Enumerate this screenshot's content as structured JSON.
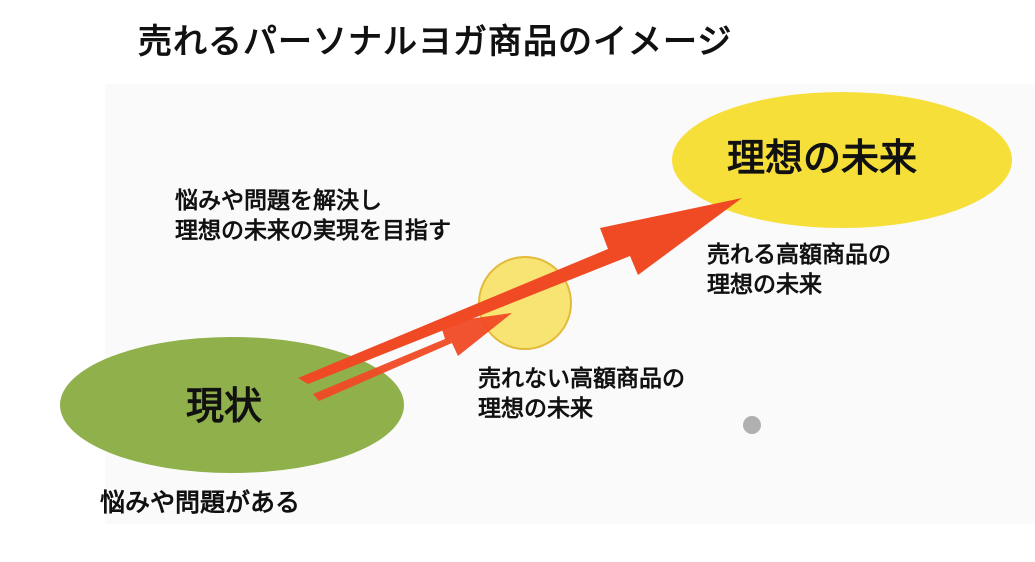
{
  "title": "売れるパーソナルヨガ商品のイメージ",
  "diagram": {
    "current_state": {
      "label": "現状",
      "caption": "悩みや問題がある",
      "color": "#8fb04a"
    },
    "ideal_future": {
      "label": "理想の未来",
      "caption_lines": [
        "売れる高額商品の",
        "理想の未来"
      ],
      "color": "#f7df3a"
    },
    "unsold_future": {
      "caption_lines": [
        "売れない高額商品の",
        "理想の未来"
      ],
      "color": "#f7df5a"
    },
    "goal_text_lines": [
      "悩みや問題を解決し",
      "理想の未来の実現を目指す"
    ],
    "arrow_color": "#f04a25",
    "marker_color": "#b0b0b0"
  }
}
